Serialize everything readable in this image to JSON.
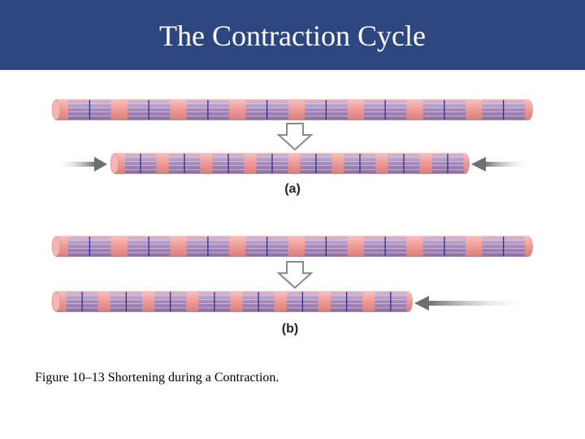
{
  "slide": {
    "title": "The Contraction Cycle",
    "caption": "Figure 10–13 Shortening during a Contraction."
  },
  "figure": {
    "panels": [
      {
        "label": "(a)",
        "compression": "both-ends"
      },
      {
        "label": "(b)",
        "compression": "one-end"
      }
    ],
    "colors": {
      "fiber": "#f2a6a3",
      "fiber_band": "#9b8fbf",
      "z_line": "#2b2f8c",
      "arrow": "#6e6e6e",
      "hollow_arrow": "#8a8a8a"
    }
  }
}
